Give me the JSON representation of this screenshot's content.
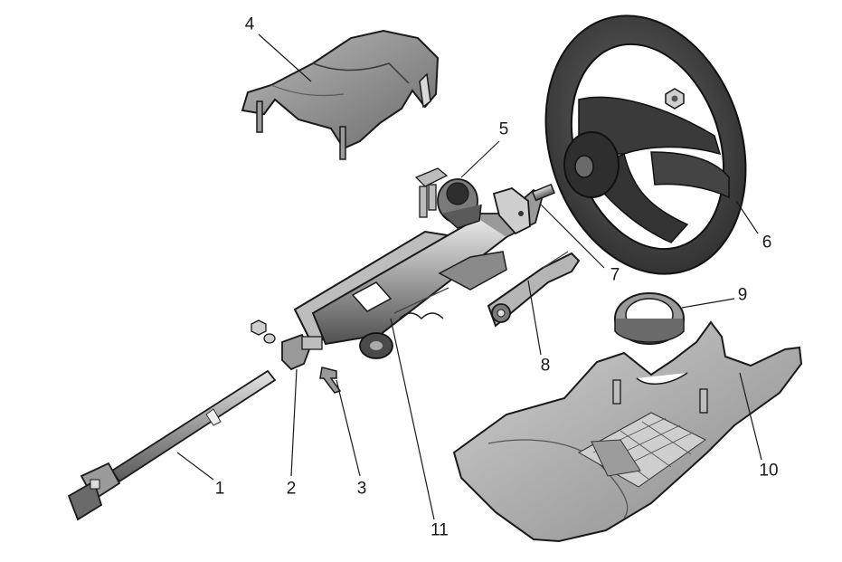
{
  "callouts": {
    "c1": "1",
    "c2": "2",
    "c3": "3",
    "c4": "4",
    "c5": "5",
    "c6": "6",
    "c7": "7",
    "c8": "8",
    "c9": "9",
    "c10": "10",
    "c11": "11"
  },
  "colors": {
    "ink": "#1a1a1a",
    "shade_dark": "#4a4a4a",
    "shade_mid": "#8a8a8a",
    "shade_light": "#c8c8c8",
    "paper": "#ffffff"
  }
}
